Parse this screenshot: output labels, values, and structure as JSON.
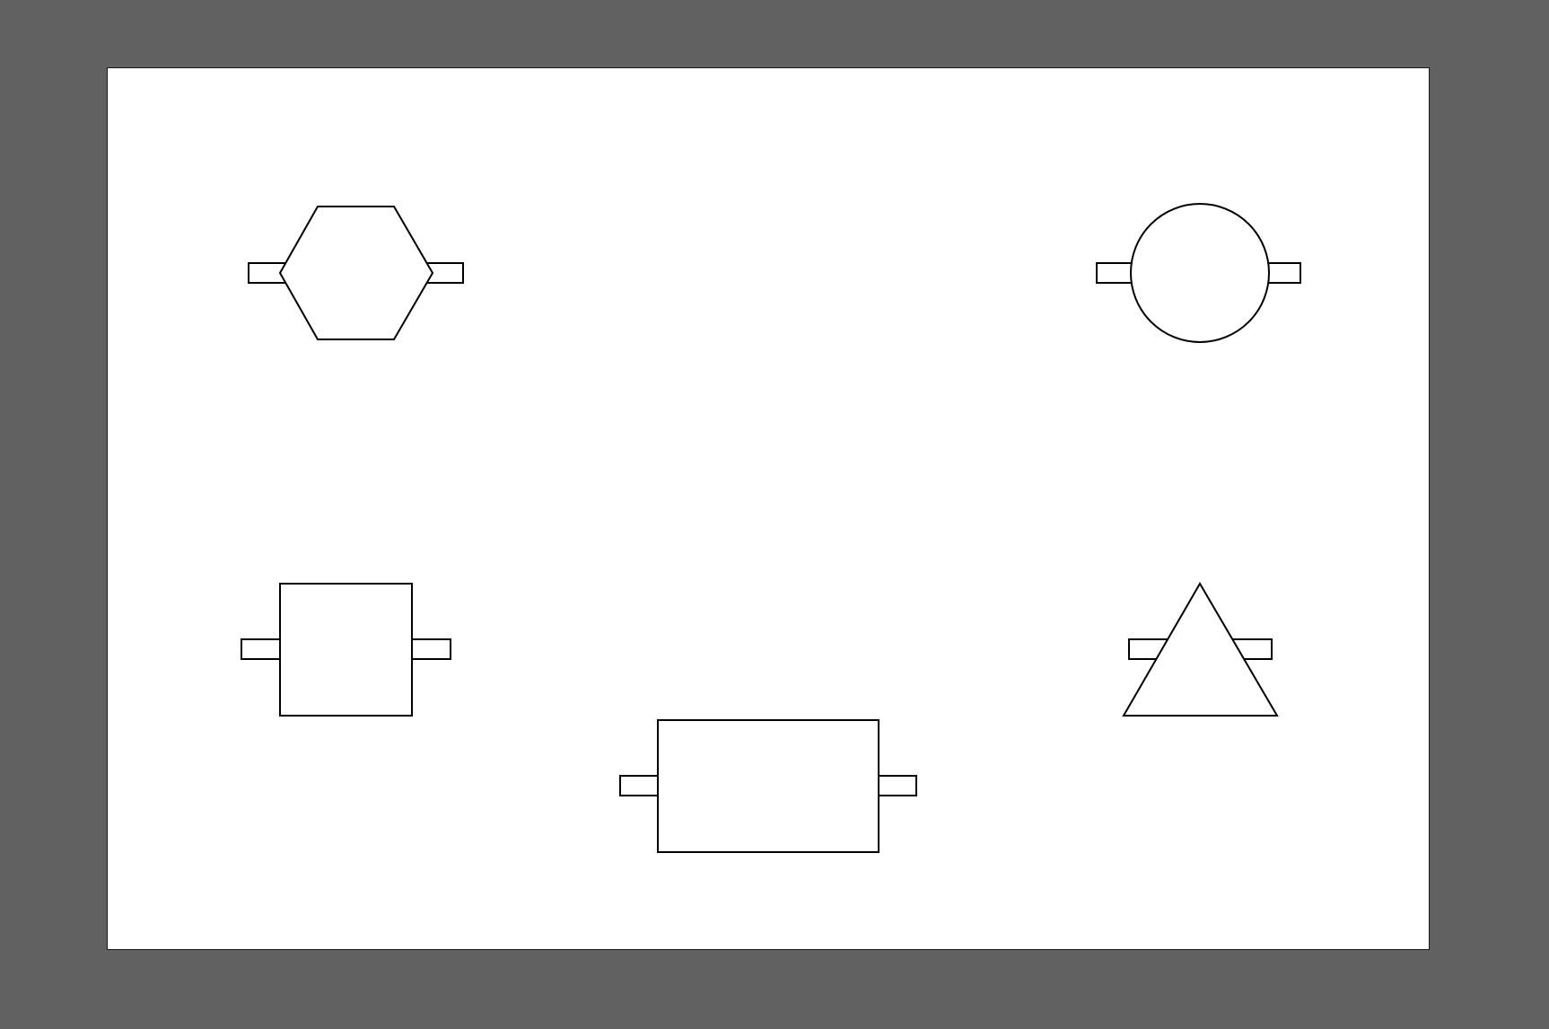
{
  "canvas": {
    "background_color": "#616161",
    "artboard_color": "#ffffff",
    "stroke_color": "#000000"
  },
  "shapes": [
    {
      "id": "hexagon",
      "kind": "hexagon",
      "connectors": 2
    },
    {
      "id": "circle",
      "kind": "circle",
      "connectors": 2
    },
    {
      "id": "square",
      "kind": "square",
      "connectors": 2
    },
    {
      "id": "rectangle",
      "kind": "rectangle",
      "connectors": 2
    },
    {
      "id": "triangle",
      "kind": "triangle",
      "connectors": 2
    }
  ]
}
